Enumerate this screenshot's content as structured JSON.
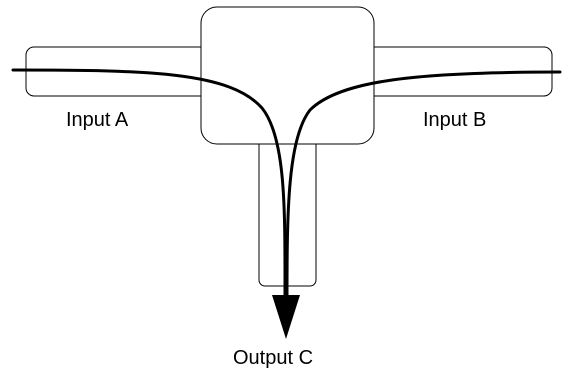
{
  "labels": {
    "input_a": "Input A",
    "input_b": "Input B",
    "output_c": "Output C"
  },
  "colors": {
    "stroke": "#000000",
    "fill": "#ffffff"
  }
}
